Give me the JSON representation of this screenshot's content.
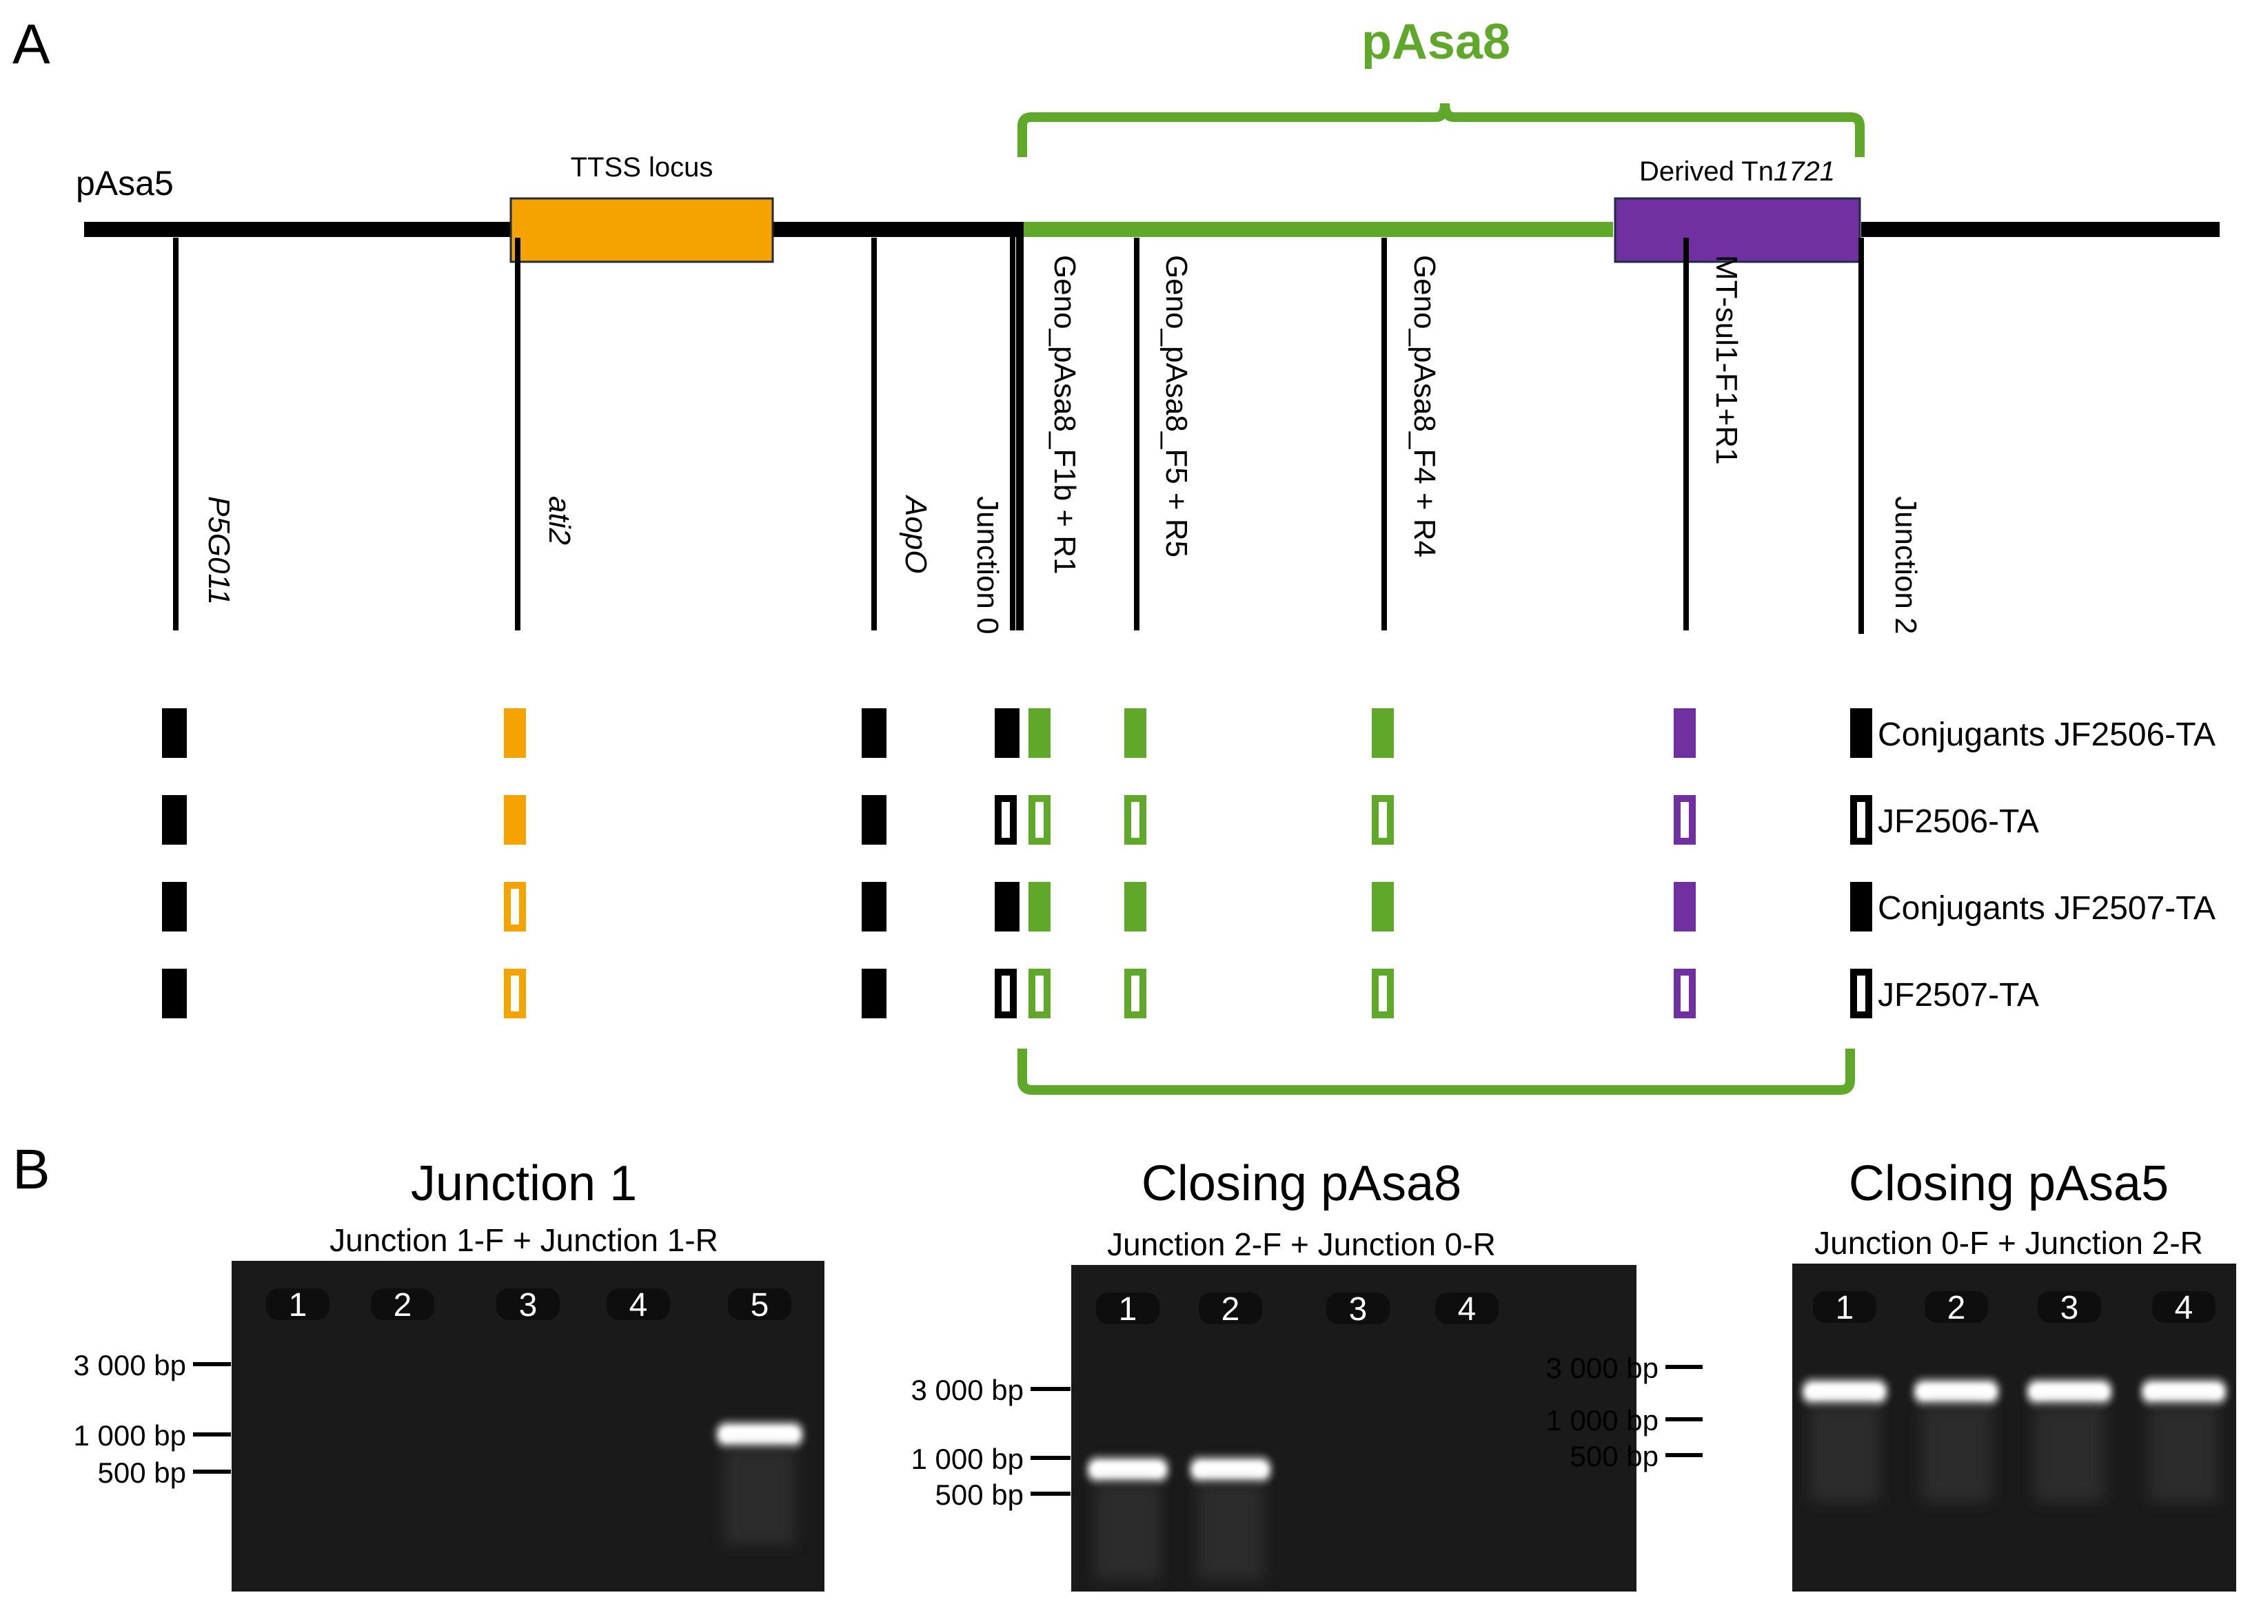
{
  "panel_a": {
    "letter": "A",
    "plasmid_backbone": "pAsa5",
    "inserted_plasmid": "pAsa8",
    "ttss_label": "TTSS locus",
    "tn_label_prefix": "Derived Tn",
    "tn_label_italic": "1721",
    "colors": {
      "backbone": "#000000",
      "ttss": "#f5a300",
      "pasa8": "#5fa82a",
      "tn": "#7030a0"
    },
    "markers": [
      {
        "label": "P5G011",
        "italic": true,
        "color": "black",
        "states": [
          "filled",
          "filled",
          "filled",
          "filled"
        ]
      },
      {
        "label": "ati2",
        "italic": true,
        "color": "orange",
        "states": [
          "filled",
          "filled",
          "open",
          "open"
        ]
      },
      {
        "label": "AopO",
        "italic": true,
        "color": "black",
        "states": [
          "filled",
          "filled",
          "filled",
          "filled"
        ]
      },
      {
        "label": "Junction 0",
        "italic": false,
        "color": "black",
        "states": [
          "filled",
          "open",
          "filled",
          "open"
        ]
      },
      {
        "label": "Geno_pAsa8_F1b + R1",
        "italic": false,
        "color": "green",
        "states": [
          "filled",
          "open",
          "filled",
          "open"
        ]
      },
      {
        "label": "Geno_pAsa8_F5 + R5",
        "italic": false,
        "color": "green",
        "states": [
          "filled",
          "open",
          "filled",
          "open"
        ]
      },
      {
        "label": "Geno_pAsa8_F4 + R4",
        "italic": false,
        "color": "green",
        "states": [
          "filled",
          "open",
          "filled",
          "open"
        ]
      },
      {
        "label": "MT-sul1-F1+R1",
        "italic": false,
        "color": "purple",
        "states": [
          "filled",
          "open",
          "filled",
          "open"
        ]
      },
      {
        "label": "Junction 2",
        "italic": false,
        "color": "black",
        "states": [
          "filled",
          "open",
          "filled",
          "open"
        ]
      }
    ],
    "strains": [
      "Conjugants JF2506-TA",
      "JF2506-TA",
      "Conjugants JF2507-TA",
      "JF2507-TA"
    ]
  },
  "panel_b": {
    "letter": "B",
    "gels": [
      {
        "title": "Junction 1",
        "primers": "Junction 1-F + Junction 1-R",
        "lanes": [
          "1",
          "2",
          "3",
          "4",
          "5"
        ],
        "ladder": [
          "3 000 bp",
          "1 000 bp",
          "500 bp"
        ],
        "bands": [
          false,
          false,
          false,
          false,
          true
        ]
      },
      {
        "title": "Closing pAsa8",
        "primers": "Junction 2-F + Junction 0-R",
        "lanes": [
          "1",
          "2",
          "3",
          "4"
        ],
        "ladder": [
          "3 000 bp",
          "1 000 bp",
          "500 bp"
        ],
        "bands": [
          true,
          true,
          false,
          false
        ]
      },
      {
        "title": "Closing pAsa5",
        "primers": "Junction 0-F + Junction 2-R",
        "lanes": [
          "1",
          "2",
          "3",
          "4"
        ],
        "ladder": [
          "3 000 bp",
          "1 000 bp",
          "500 bp"
        ],
        "bands": [
          true,
          true,
          true,
          true
        ]
      }
    ]
  }
}
